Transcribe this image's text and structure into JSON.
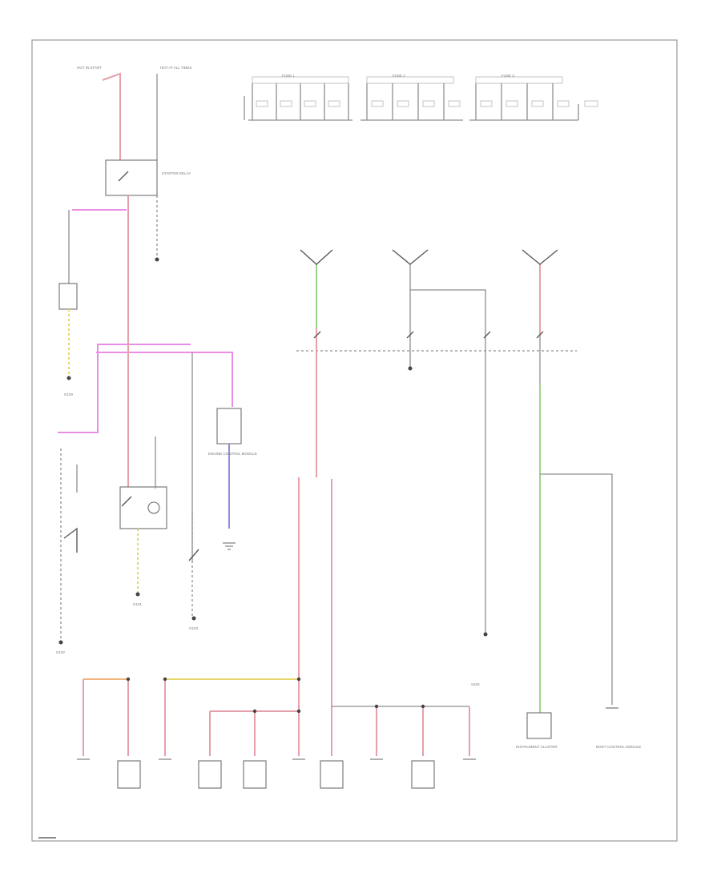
{
  "diagram": {
    "labels": {
      "page_ref": "",
      "hot_in_start": "HOT IN START",
      "hot_at_all_times": "HOT AT ALL TIMES",
      "starter_relay": "STARTER RELAY",
      "fuse_1": "FUSE 1",
      "fuse_2": "FUSE 2",
      "fuse_3": "FUSE 3",
      "ground_1": "G100",
      "ground_2": "G101",
      "ground_3": "G102",
      "ground_4": "G103",
      "module_left": "ENGINE CONTROL MODULE",
      "module_right_1": "INSTRUMENT CLUSTER",
      "module_right_2": "BODY CONTROL MODULE",
      "splice": "S100"
    },
    "bottom_labels": [
      "",
      "",
      "",
      "",
      "",
      "",
      "",
      "",
      "",
      ""
    ]
  }
}
